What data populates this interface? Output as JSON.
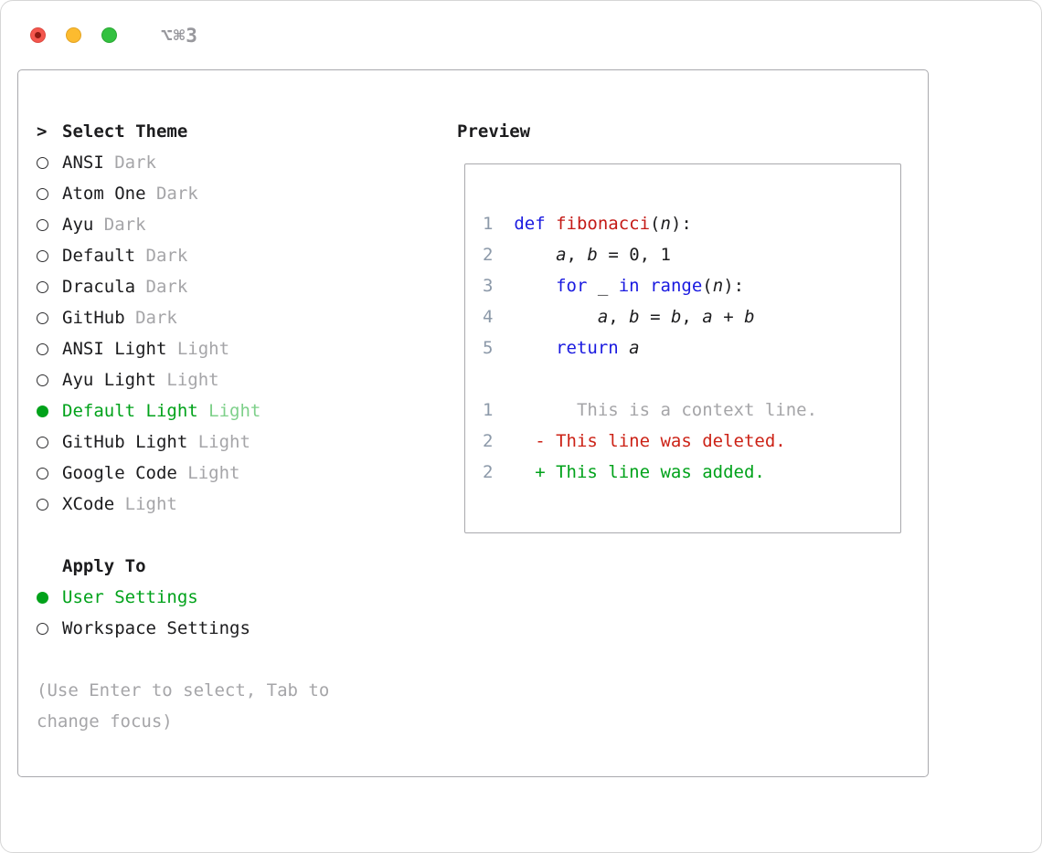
{
  "colors": {
    "text": "#1c1c1e",
    "muted": "#a5a5a8",
    "accent_green": "#00a21a",
    "accent_green_soft": "#7ed08a",
    "keyword_blue": "#1a1ae0",
    "function_red": "#c41a16",
    "deleted_red": "#cc2216",
    "added_green": "#00a21a",
    "line_number": "#8c99a9",
    "border": "#a9a9ad",
    "titlebar_gray": "#98989d",
    "light_red": "#f4564d",
    "light_yellow": "#fcbb2f",
    "light_green": "#33c140"
  },
  "window": {
    "shortcut": "⌥⌘3"
  },
  "theme_selector": {
    "prompt": ">",
    "title": "Select Theme",
    "items": [
      {
        "name": "ANSI",
        "variant": "Dark",
        "selected": false
      },
      {
        "name": "Atom One",
        "variant": "Dark",
        "selected": false
      },
      {
        "name": "Ayu",
        "variant": "Dark",
        "selected": false
      },
      {
        "name": "Default",
        "variant": "Dark",
        "selected": false
      },
      {
        "name": "Dracula",
        "variant": "Dark",
        "selected": false
      },
      {
        "name": "GitHub",
        "variant": "Dark",
        "selected": false
      },
      {
        "name": "ANSI Light",
        "variant": "Light",
        "selected": false
      },
      {
        "name": "Ayu Light",
        "variant": "Light",
        "selected": false
      },
      {
        "name": "Default Light",
        "variant": "Light",
        "selected": true
      },
      {
        "name": "GitHub Light",
        "variant": "Light",
        "selected": false
      },
      {
        "name": "Google Code",
        "variant": "Light",
        "selected": false
      },
      {
        "name": "XCode",
        "variant": "Light",
        "selected": false
      }
    ]
  },
  "apply_to": {
    "title": "Apply To",
    "options": [
      {
        "label": "User Settings",
        "selected": true
      },
      {
        "label": "Workspace Settings",
        "selected": false
      }
    ]
  },
  "hint": "(Use Enter to select, Tab to change focus)",
  "preview": {
    "title": "Preview",
    "code": [
      {
        "num": "1",
        "tokens": [
          {
            "c": "kw",
            "t": "def"
          },
          {
            "c": "p",
            "t": " "
          },
          {
            "c": "fn",
            "t": "fibonacci"
          },
          {
            "c": "p",
            "t": "("
          },
          {
            "c": "v",
            "t": "n"
          },
          {
            "c": "p",
            "t": "):"
          }
        ]
      },
      {
        "num": "2",
        "tokens": [
          {
            "c": "p",
            "t": "    "
          },
          {
            "c": "v",
            "t": "a"
          },
          {
            "c": "p",
            "t": ", "
          },
          {
            "c": "v",
            "t": "b"
          },
          {
            "c": "p",
            "t": " = 0, 1"
          }
        ]
      },
      {
        "num": "3",
        "tokens": [
          {
            "c": "p",
            "t": "    "
          },
          {
            "c": "kw",
            "t": "for"
          },
          {
            "c": "p",
            "t": " _ "
          },
          {
            "c": "kw",
            "t": "in"
          },
          {
            "c": "p",
            "t": " "
          },
          {
            "c": "kw",
            "t": "range"
          },
          {
            "c": "p",
            "t": "("
          },
          {
            "c": "v",
            "t": "n"
          },
          {
            "c": "p",
            "t": "):"
          }
        ]
      },
      {
        "num": "4",
        "tokens": [
          {
            "c": "p",
            "t": "        "
          },
          {
            "c": "v",
            "t": "a"
          },
          {
            "c": "p",
            "t": ", "
          },
          {
            "c": "v",
            "t": "b"
          },
          {
            "c": "p",
            "t": " = "
          },
          {
            "c": "v",
            "t": "b"
          },
          {
            "c": "p",
            "t": ", "
          },
          {
            "c": "v",
            "t": "a"
          },
          {
            "c": "p",
            "t": " + "
          },
          {
            "c": "v",
            "t": "b"
          }
        ]
      },
      {
        "num": "5",
        "tokens": [
          {
            "c": "p",
            "t": "    "
          },
          {
            "c": "kw",
            "t": "return"
          },
          {
            "c": "p",
            "t": " "
          },
          {
            "c": "v",
            "t": "a"
          }
        ]
      }
    ],
    "diff": [
      {
        "num": "1",
        "kind": "context",
        "text": "      This is a context line."
      },
      {
        "num": "2",
        "kind": "deleted",
        "text": "  - This line was deleted."
      },
      {
        "num": "2",
        "kind": "added",
        "text": "  + This line was added."
      }
    ]
  }
}
